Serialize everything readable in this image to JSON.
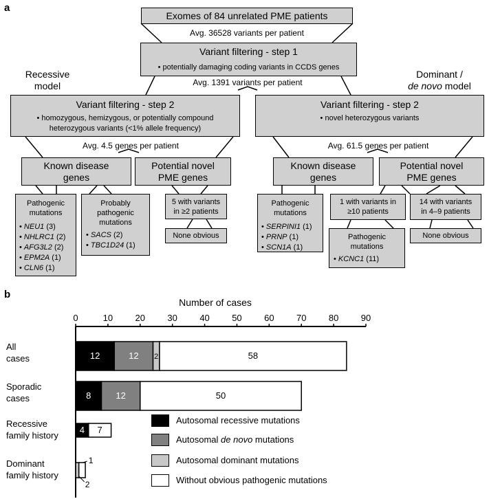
{
  "panel_a": {
    "label": "a",
    "top_box": "Exomes of 84 unrelated PME patients",
    "avg1": "Avg. 36528 variants per patient",
    "step1_title": "Variant filtering - step 1",
    "step1_desc": "• potentially damaging coding variants in CCDS genes",
    "avg2": "Avg. 1391 variants per patient",
    "recessive_model": [
      "Recessive",
      "model"
    ],
    "dominant_model_1": "Dominant /",
    "dominant_model_2a": "de novo",
    "dominant_model_2b": " model",
    "left_step2_title": "Variant filtering - step 2",
    "left_step2_lines": [
      "• homozygous, hemizygous, or potentially compound",
      "heterozygous variants (<1% allele frequency)"
    ],
    "right_step2_title": "Variant filtering - step 2",
    "right_step2_desc": "• novel heterozygous variants",
    "left_avg": "Avg. 4.5 genes per patient",
    "right_avg": "Avg. 61.5 genes per patient",
    "known_genes": [
      "Known disease",
      "genes"
    ],
    "novel_genes": [
      "Potential novel",
      "PME genes"
    ],
    "left_patho_title": [
      "Pathogenic",
      "mutations"
    ],
    "left_patho_genes": [
      {
        "gene": "NEU1",
        "count": " (3)"
      },
      {
        "gene": "NHLRC1",
        "count": " (2)"
      },
      {
        "gene": "AFG3L2",
        "count": " (2)"
      },
      {
        "gene": "EPM2A",
        "count": " (1)"
      },
      {
        "gene": "CLN6",
        "count": " (1)"
      }
    ],
    "left_prob_title": [
      "Probably",
      "pathogenic",
      "mutations"
    ],
    "left_prob_genes": [
      {
        "gene": "SACS",
        "count": " (2)"
      },
      {
        "gene": "TBC1D24",
        "count": " (1)"
      }
    ],
    "left_five": [
      "5 with variants",
      "in ≥2 patients"
    ],
    "none_obvious": "None obvious",
    "right_patho_title": [
      "Pathogenic",
      "mutations"
    ],
    "right_patho_genes": [
      {
        "gene": "SERPINI1",
        "count": " (1)"
      },
      {
        "gene": "PRNP",
        "count": " (1)"
      },
      {
        "gene": "SCN1A",
        "count": " (1)"
      }
    ],
    "right_one": [
      "1 with variants in",
      "≥10 patients"
    ],
    "right_fourteen": [
      "14 with variants",
      "in 4–9  patients"
    ],
    "right_kcnc_title": [
      "Pathogenic",
      "mutations"
    ],
    "right_kcnc_gene": {
      "gene": "KCNC1",
      "count": " (11)"
    }
  },
  "panel_b": {
    "label": "b",
    "axis_title": "Number of cases",
    "legend": {
      "recessive": "Autosomal recessive mutations",
      "denovo_a": "Autosomal ",
      "denovo_b": "de novo",
      "denovo_c": " mutations",
      "dominant": "Autosomal dominant mutations",
      "without": "Without obvious pathogenic mutations"
    }
  },
  "chart_data": {
    "type": "bar",
    "orientation": "horizontal",
    "stacked": true,
    "xlabel": "Number of cases",
    "xlim": [
      0,
      90
    ],
    "xticks": [
      0,
      10,
      20,
      30,
      40,
      50,
      60,
      70,
      80,
      90
    ],
    "categories": [
      [
        "All",
        "cases"
      ],
      [
        "Sporadic",
        "cases"
      ],
      [
        "Recessive",
        "family history"
      ],
      [
        "Dominant",
        "family history"
      ]
    ],
    "series": [
      {
        "name": "Autosomal recessive mutations",
        "color": "#000000",
        "label_color": "#ffffff",
        "values": [
          12,
          8,
          4,
          0
        ]
      },
      {
        "name": "Autosomal de novo mutations",
        "color": "#808080",
        "label_color": "#ffffff",
        "values": [
          12,
          12,
          0,
          0
        ]
      },
      {
        "name": "Autosomal dominant mutations",
        "color": "#c8c8c8",
        "label_color": "#000000",
        "values": [
          2,
          0,
          0,
          1
        ]
      },
      {
        "name": "Without obvious pathogenic mutations",
        "color": "#ffffff",
        "label_color": "#000000",
        "values": [
          58,
          50,
          7,
          2
        ]
      }
    ]
  }
}
